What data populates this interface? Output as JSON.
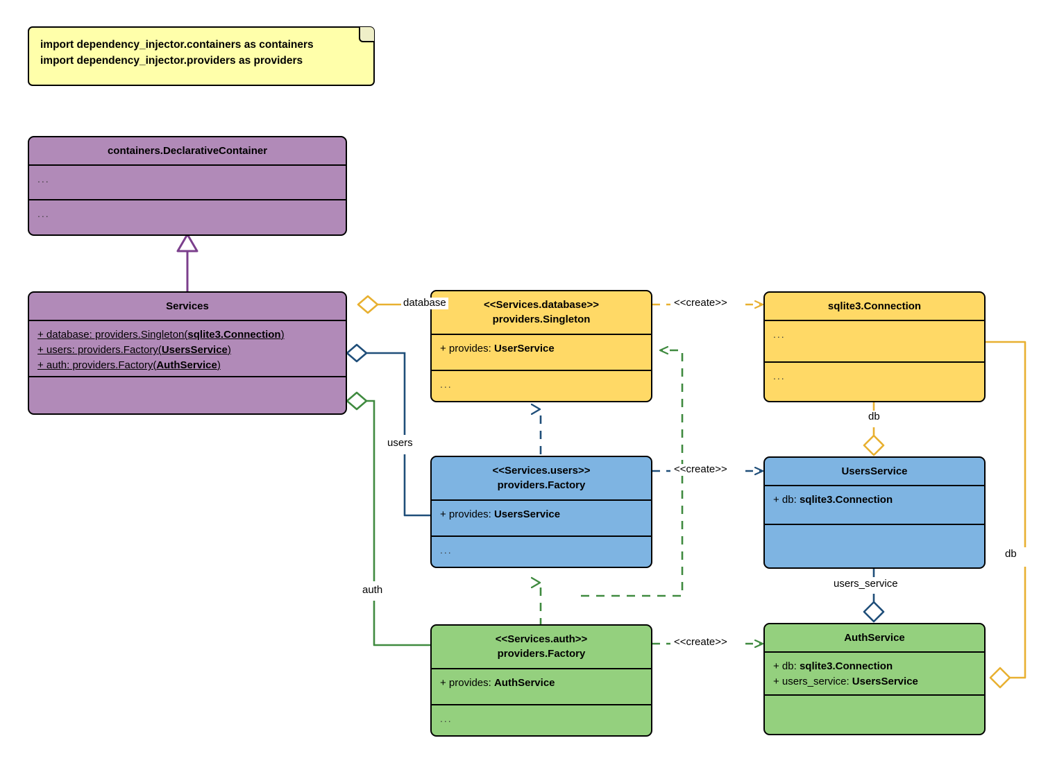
{
  "diagram": {
    "title": "dependency_injector services UML class diagram",
    "type": "uml-class-diagram"
  },
  "note": {
    "lines": [
      "import dependency_injector.containers as containers",
      "import dependency_injector.providers as providers"
    ],
    "text": "import dependency_injector.containers as containers\nimport dependency_injector.providers as providers"
  },
  "colors": {
    "purple": "#b18ab8",
    "yellow": "#ffd966",
    "blue": "#7eb4e2",
    "green": "#94d07e",
    "note": "#ffffaa",
    "orange_edge": "#e8b030",
    "blue_edge": "#1f4e79",
    "green_edge": "#3f8a3f",
    "purple_edge": "#7b3f8c",
    "outline": "#000000"
  },
  "classes": {
    "declarative_container": {
      "name": "containers.DeclarativeContainer",
      "attributes": "...",
      "methods": "..."
    },
    "services": {
      "name": "Services",
      "attributes": [
        "+ database: providers.Singleton(sqlite3.Connection)",
        "+ users: providers.Factory(UsersService)",
        "+ auth: providers.Factory(AuthService)"
      ],
      "attributes_parts": [
        {
          "plain": "+ database: providers.Singleton(",
          "bold": "sqlite3.Connection",
          "tail": ")"
        },
        {
          "plain": "+ users: providers.Factory(",
          "bold": "UsersService",
          "tail": ")"
        },
        {
          "plain": "+ auth: providers.Factory(",
          "bold": "AuthService",
          "tail": ")"
        }
      ],
      "methods": ""
    },
    "services_database": {
      "stereotype": "<<Services.database>>",
      "name": "providers.Singleton",
      "attribute_plain": "+ provides: ",
      "attribute_bold": "UserService",
      "methods": "..."
    },
    "services_users": {
      "stereotype": "<<Services.users>>",
      "name": "providers.Factory",
      "attribute_plain": "+ provides: ",
      "attribute_bold": "UsersService",
      "methods": "..."
    },
    "services_auth": {
      "stereotype": "<<Services.auth>>",
      "name": "providers.Factory",
      "attribute_plain": "+ provides: ",
      "attribute_bold": "AuthService",
      "methods": "..."
    },
    "sqlite3_connection": {
      "name": "sqlite3.Connection",
      "attributes": "...",
      "methods": "..."
    },
    "users_service": {
      "name": "UsersService",
      "attribute_plain": "+ db: ",
      "attribute_bold": "sqlite3.Connection",
      "methods": ""
    },
    "auth_service": {
      "name": "AuthService",
      "attributes_parts": [
        {
          "plain": "+ db: ",
          "bold": "sqlite3.Connection"
        },
        {
          "plain": "+ users_service: ",
          "bold": "UsersService"
        }
      ],
      "methods": ""
    }
  },
  "edge_labels": {
    "database": "database",
    "users": "users",
    "auth": "auth",
    "create_database": "<<create>>",
    "create_users": "<<create>>",
    "create_auth": "<<create>>",
    "db_users_service": "db",
    "db_auth_service": "db",
    "users_service_assoc": "users_service"
  }
}
